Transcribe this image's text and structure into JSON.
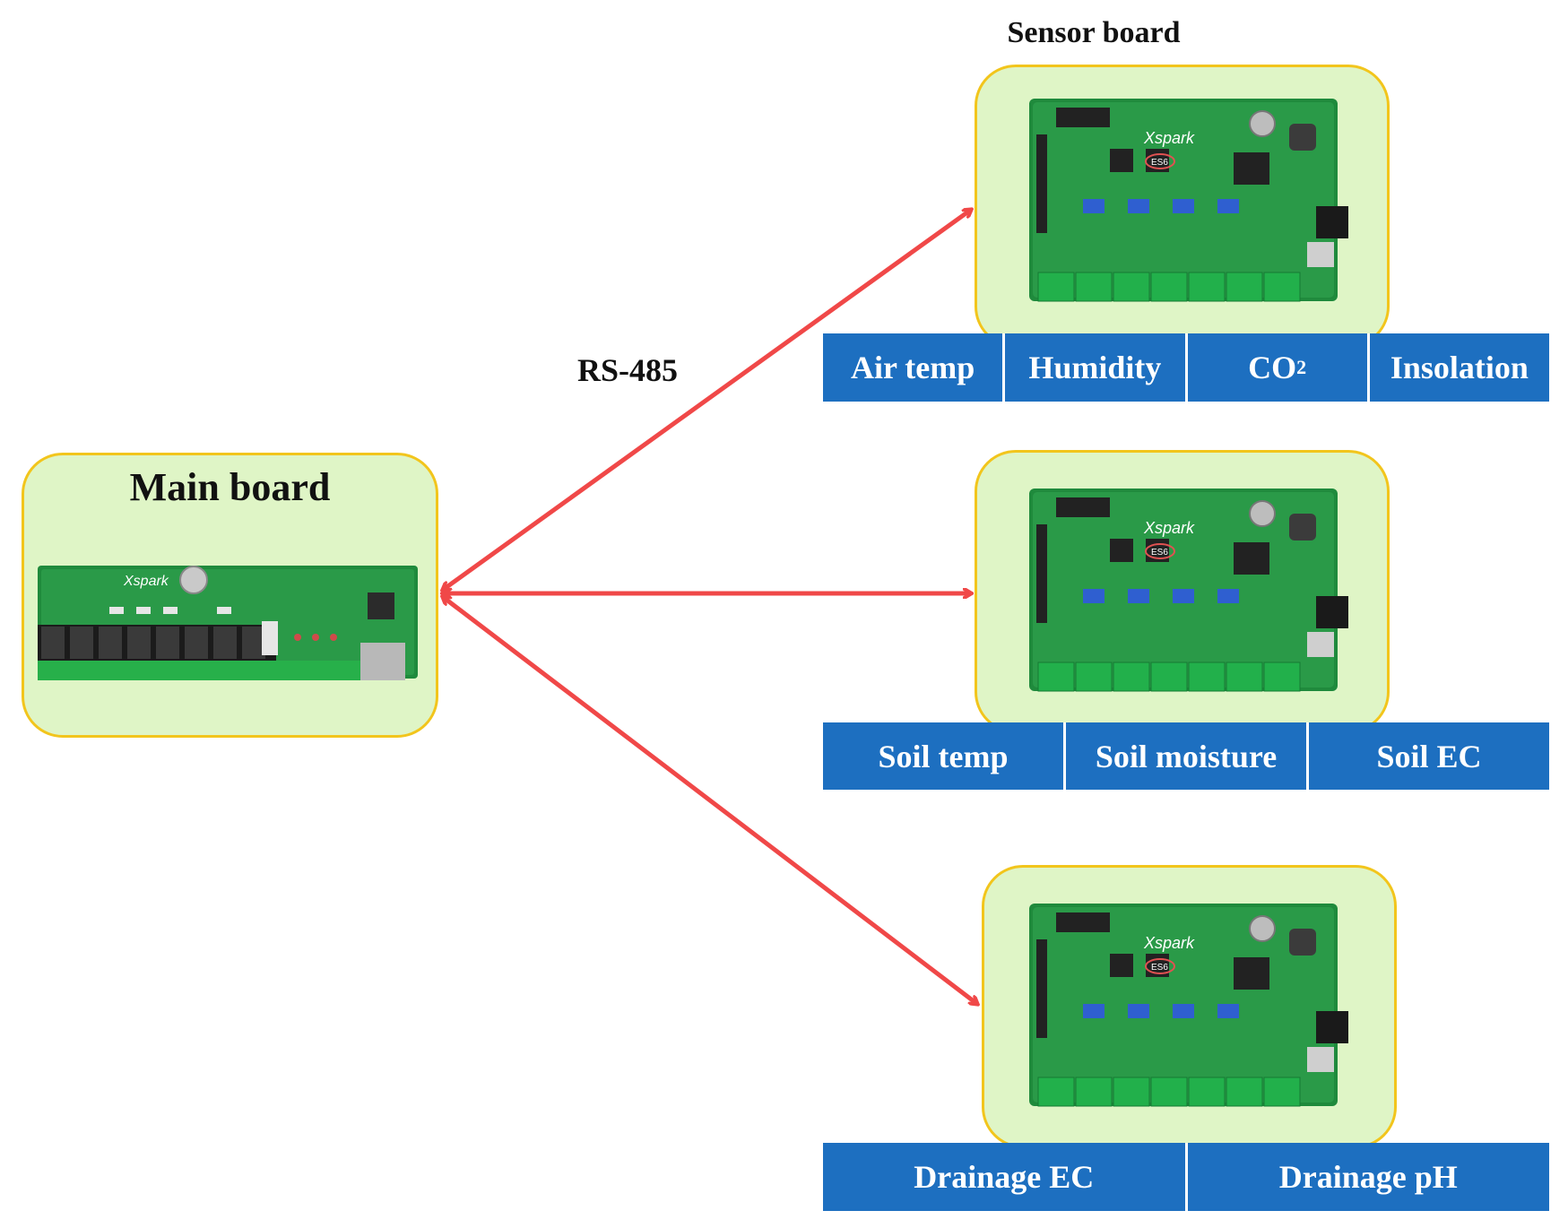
{
  "title_sensor": "Sensor board",
  "link_label": "RS-485",
  "main_board": {
    "title": "Main board",
    "logo": "Xspark"
  },
  "sensor_boards": [
    {
      "logo": "Xspark",
      "mark": "ES6",
      "sensors": [
        "Air temp",
        "Humidity",
        "CO2",
        "Insolation"
      ]
    },
    {
      "logo": "Xspark",
      "mark": "ES6",
      "sensors": [
        "Soil temp",
        "Soil moisture",
        "Soil EC"
      ]
    },
    {
      "logo": "Xspark",
      "mark": "ES6",
      "sensors": [
        "Drainage EC",
        "Drainage pH"
      ]
    }
  ],
  "colors": {
    "panel_fill": "#dff5c6",
    "panel_border": "#f2c51c",
    "sensor_fill": "#1d6fc0",
    "arrow": "#f04848",
    "pcb": "#1f8a3c"
  }
}
